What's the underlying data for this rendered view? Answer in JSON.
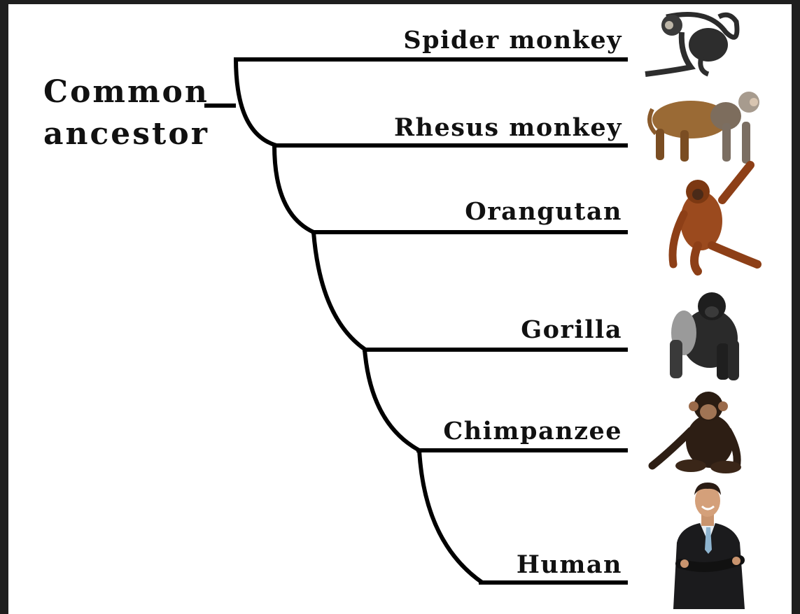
{
  "root": {
    "line1": "Common",
    "line2": "ancestor"
  },
  "taxa": [
    {
      "label": "Spider monkey",
      "icon": "spider-monkey-icon"
    },
    {
      "label": "Rhesus monkey",
      "icon": "rhesus-monkey-icon"
    },
    {
      "label": "Orangutan",
      "icon": "orangutan-icon"
    },
    {
      "label": "Gorilla",
      "icon": "gorilla-icon"
    },
    {
      "label": "Chimpanzee",
      "icon": "chimpanzee-icon"
    },
    {
      "label": "Human",
      "icon": "human-icon"
    }
  ],
  "colors": {
    "background": "#ffffff",
    "frame": "#1e1e1e",
    "lines": "#000000",
    "text": "#111111"
  }
}
